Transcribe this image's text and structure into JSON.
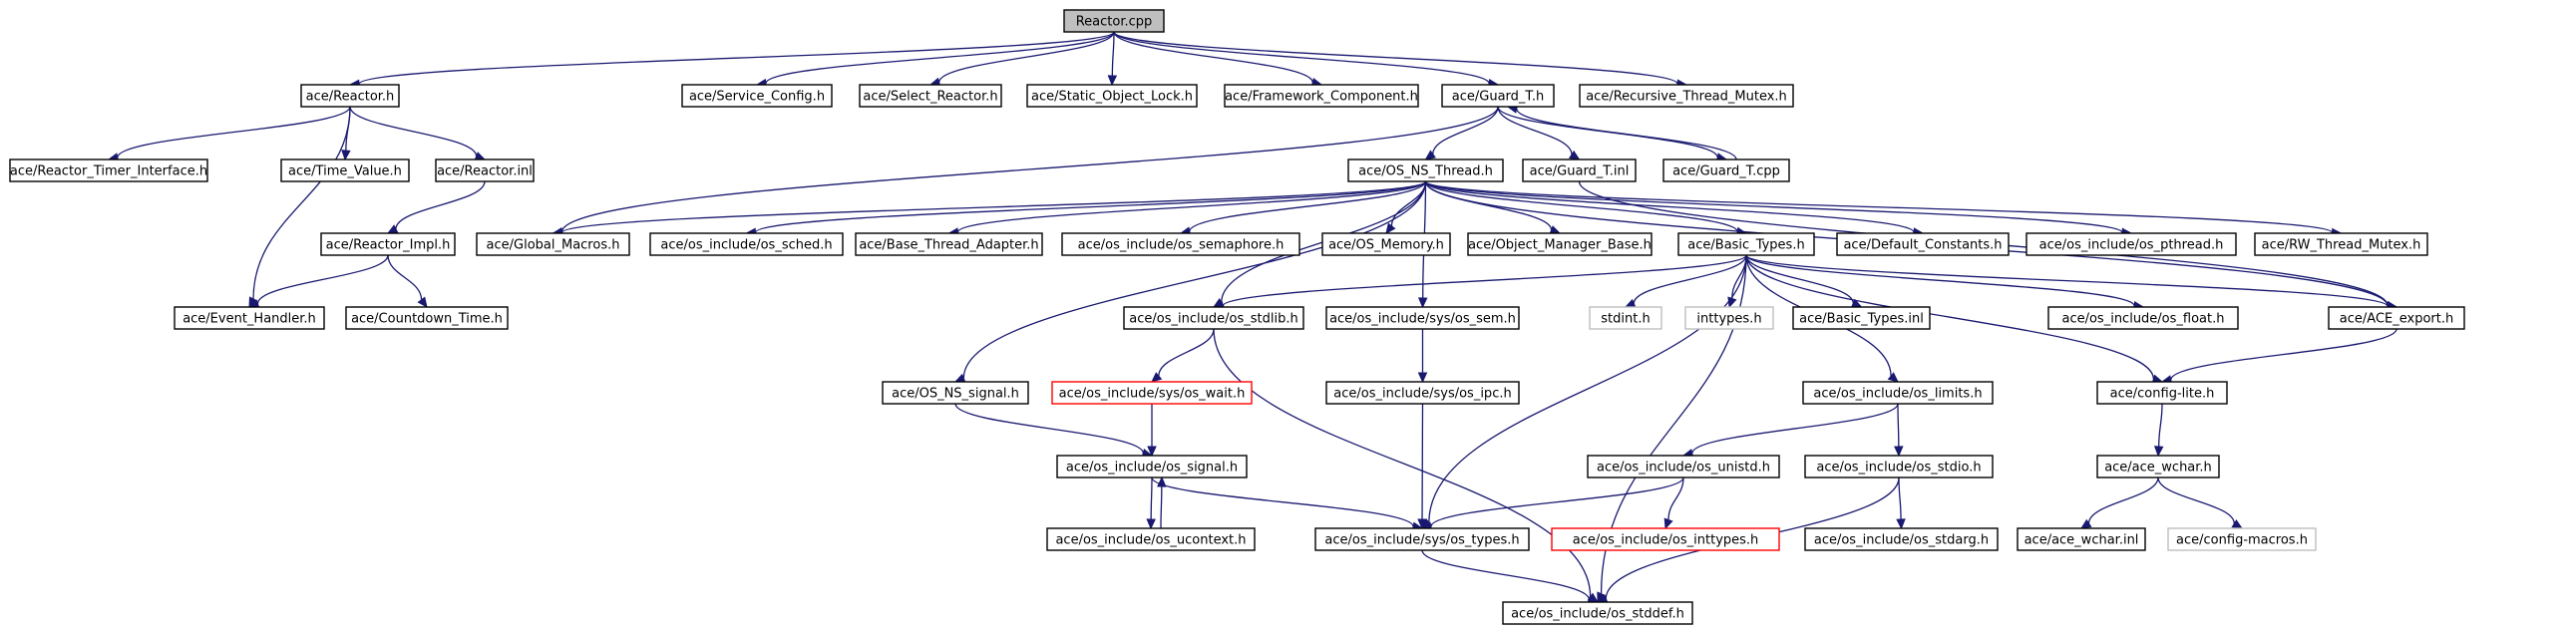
{
  "graph": {
    "edge_color": "#191970",
    "root_fill": "#bfbfbf",
    "missing_border": "#ff0000",
    "external_border": "#bfbfbf",
    "nodes": [
      {
        "id": "reactor_cpp",
        "label": "Reactor.cpp",
        "kind": "root"
      },
      {
        "id": "reactor_h",
        "label": "ace/Reactor.h"
      },
      {
        "id": "service_config",
        "label": "ace/Service_Config.h"
      },
      {
        "id": "select_reactor",
        "label": "ace/Select_Reactor.h"
      },
      {
        "id": "static_object_lock",
        "label": "ace/Static_Object_Lock.h"
      },
      {
        "id": "framework_component",
        "label": "ace/Framework_Component.h"
      },
      {
        "id": "guard_t_h",
        "label": "ace/Guard_T.h"
      },
      {
        "id": "recursive_thread_mutex",
        "label": "ace/Recursive_Thread_Mutex.h"
      },
      {
        "id": "reactor_timer_interface",
        "label": "ace/Reactor_Timer_Interface.h"
      },
      {
        "id": "time_value",
        "label": "ace/Time_Value.h"
      },
      {
        "id": "reactor_inl",
        "label": "ace/Reactor.inl"
      },
      {
        "id": "os_ns_thread",
        "label": "ace/OS_NS_Thread.h"
      },
      {
        "id": "guard_t_inl",
        "label": "ace/Guard_T.inl"
      },
      {
        "id": "guard_t_cpp",
        "label": "ace/Guard_T.cpp"
      },
      {
        "id": "reactor_impl",
        "label": "ace/Reactor_Impl.h"
      },
      {
        "id": "global_macros",
        "label": "ace/Global_Macros.h"
      },
      {
        "id": "os_sched",
        "label": "ace/os_include/os_sched.h"
      },
      {
        "id": "base_thread_adapter",
        "label": "ace/Base_Thread_Adapter.h"
      },
      {
        "id": "os_semaphore",
        "label": "ace/os_include/os_semaphore.h"
      },
      {
        "id": "os_memory",
        "label": "ace/OS_Memory.h"
      },
      {
        "id": "object_manager_base",
        "label": "ace/Object_Manager_Base.h"
      },
      {
        "id": "basic_types_h",
        "label": "ace/Basic_Types.h"
      },
      {
        "id": "default_constants",
        "label": "ace/Default_Constants.h"
      },
      {
        "id": "os_pthread",
        "label": "ace/os_include/os_pthread.h"
      },
      {
        "id": "rw_thread_mutex",
        "label": "ace/RW_Thread_Mutex.h"
      },
      {
        "id": "event_handler",
        "label": "ace/Event_Handler.h"
      },
      {
        "id": "countdown_time",
        "label": "ace/Countdown_Time.h"
      },
      {
        "id": "os_stdlib",
        "label": "ace/os_include/os_stdlib.h"
      },
      {
        "id": "sys_os_sem",
        "label": "ace/os_include/sys/os_sem.h"
      },
      {
        "id": "stdint_h",
        "label": "stdint.h",
        "kind": "external"
      },
      {
        "id": "inttypes_h",
        "label": "inttypes.h",
        "kind": "external"
      },
      {
        "id": "basic_types_inl",
        "label": "ace/Basic_Types.inl"
      },
      {
        "id": "os_float",
        "label": "ace/os_include/os_float.h"
      },
      {
        "id": "ace_export",
        "label": "ace/ACE_export.h"
      },
      {
        "id": "os_ns_signal",
        "label": "ace/OS_NS_signal.h"
      },
      {
        "id": "sys_os_wait",
        "label": "ace/os_include/sys/os_wait.h",
        "kind": "missing"
      },
      {
        "id": "sys_os_ipc",
        "label": "ace/os_include/sys/os_ipc.h"
      },
      {
        "id": "os_limits",
        "label": "ace/os_include/os_limits.h"
      },
      {
        "id": "config_lite",
        "label": "ace/config-lite.h"
      },
      {
        "id": "os_signal",
        "label": "ace/os_include/os_signal.h"
      },
      {
        "id": "os_unistd",
        "label": "ace/os_include/os_unistd.h"
      },
      {
        "id": "os_stdio",
        "label": "ace/os_include/os_stdio.h"
      },
      {
        "id": "ace_wchar_h",
        "label": "ace/ace_wchar.h"
      },
      {
        "id": "os_ucontext",
        "label": "ace/os_include/os_ucontext.h"
      },
      {
        "id": "sys_os_types",
        "label": "ace/os_include/sys/os_types.h"
      },
      {
        "id": "os_inttypes",
        "label": "ace/os_include/os_inttypes.h",
        "kind": "missing"
      },
      {
        "id": "os_stdarg",
        "label": "ace/os_include/os_stdarg.h"
      },
      {
        "id": "ace_wchar_inl",
        "label": "ace/ace_wchar.inl"
      },
      {
        "id": "config_macros",
        "label": "ace/config-macros.h",
        "kind": "external"
      },
      {
        "id": "os_stddef",
        "label": "ace/os_include/os_stddef.h"
      }
    ],
    "edges": [
      [
        "reactor_cpp",
        "reactor_h"
      ],
      [
        "reactor_cpp",
        "service_config"
      ],
      [
        "reactor_cpp",
        "select_reactor"
      ],
      [
        "reactor_cpp",
        "static_object_lock"
      ],
      [
        "reactor_cpp",
        "framework_component"
      ],
      [
        "reactor_cpp",
        "guard_t_h"
      ],
      [
        "reactor_cpp",
        "recursive_thread_mutex"
      ],
      [
        "reactor_h",
        "reactor_timer_interface"
      ],
      [
        "reactor_h",
        "time_value"
      ],
      [
        "reactor_h",
        "reactor_inl"
      ],
      [
        "reactor_h",
        "event_handler"
      ],
      [
        "reactor_inl",
        "reactor_impl"
      ],
      [
        "reactor_impl",
        "event_handler"
      ],
      [
        "reactor_impl",
        "countdown_time"
      ],
      [
        "guard_t_h",
        "os_ns_thread"
      ],
      [
        "guard_t_h",
        "guard_t_inl"
      ],
      [
        "guard_t_h",
        "guard_t_cpp"
      ],
      [
        "guard_t_h",
        "global_macros"
      ],
      [
        "guard_t_cpp",
        "guard_t_h"
      ],
      [
        "guard_t_inl",
        "ace_export"
      ],
      [
        "os_ns_thread",
        "global_macros"
      ],
      [
        "os_ns_thread",
        "os_sched"
      ],
      [
        "os_ns_thread",
        "base_thread_adapter"
      ],
      [
        "os_ns_thread",
        "os_semaphore"
      ],
      [
        "os_ns_thread",
        "os_memory"
      ],
      [
        "os_ns_thread",
        "object_manager_base"
      ],
      [
        "os_ns_thread",
        "basic_types_h"
      ],
      [
        "os_ns_thread",
        "default_constants"
      ],
      [
        "os_ns_thread",
        "os_pthread"
      ],
      [
        "os_ns_thread",
        "rw_thread_mutex"
      ],
      [
        "os_ns_thread",
        "os_ns_signal"
      ],
      [
        "os_ns_thread",
        "os_stdlib"
      ],
      [
        "os_ns_thread",
        "sys_os_sem"
      ],
      [
        "os_ns_thread",
        "ace_export"
      ],
      [
        "basic_types_h",
        "os_stdlib"
      ],
      [
        "basic_types_h",
        "stdint_h"
      ],
      [
        "basic_types_h",
        "inttypes_h"
      ],
      [
        "basic_types_h",
        "basic_types_inl"
      ],
      [
        "basic_types_h",
        "os_float"
      ],
      [
        "basic_types_h",
        "ace_export"
      ],
      [
        "basic_types_h",
        "os_limits"
      ],
      [
        "basic_types_h",
        "config_lite"
      ],
      [
        "basic_types_h",
        "sys_os_types"
      ],
      [
        "basic_types_h",
        "os_stddef"
      ],
      [
        "os_stdlib",
        "sys_os_wait"
      ],
      [
        "os_stdlib",
        "os_stddef"
      ],
      [
        "sys_os_sem",
        "sys_os_ipc"
      ],
      [
        "sys_os_ipc",
        "sys_os_types"
      ],
      [
        "sys_os_wait",
        "os_signal"
      ],
      [
        "os_ns_signal",
        "os_signal"
      ],
      [
        "os_signal",
        "os_ucontext"
      ],
      [
        "os_ucontext",
        "os_signal"
      ],
      [
        "os_signal",
        "sys_os_types"
      ],
      [
        "os_limits",
        "os_unistd"
      ],
      [
        "os_limits",
        "os_stdio"
      ],
      [
        "os_unistd",
        "sys_os_types"
      ],
      [
        "os_unistd",
        "os_inttypes"
      ],
      [
        "os_stdio",
        "os_stdarg"
      ],
      [
        "os_stdio",
        "os_stddef"
      ],
      [
        "sys_os_types",
        "os_stddef"
      ],
      [
        "ace_export",
        "config_lite"
      ],
      [
        "config_lite",
        "ace_wchar_h"
      ],
      [
        "ace_wchar_h",
        "ace_wchar_inl"
      ],
      [
        "ace_wchar_h",
        "config_macros"
      ]
    ]
  }
}
